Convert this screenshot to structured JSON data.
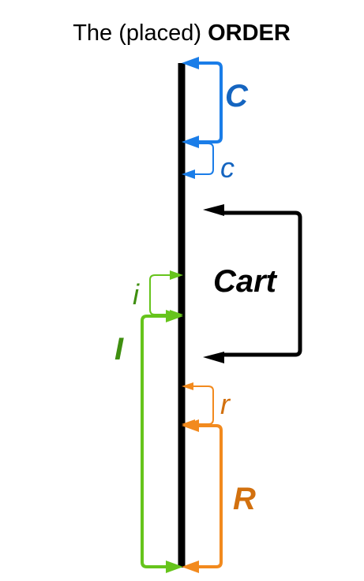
{
  "title": {
    "prefix": "The (placed) ",
    "emphasis": "ORDER"
  },
  "labels": {
    "C": "C",
    "c": "c",
    "cart": "Cart",
    "i": "i",
    "I": "I",
    "r": "r",
    "R": "R"
  },
  "colors": {
    "order_line": "#000000",
    "blue": "#1a7de8",
    "blue_text": "#1565c0",
    "green": "#66c41c",
    "green_text": "#3f8f10",
    "orange": "#f28a1e",
    "orange_text": "#d2700e",
    "cart": "#000000"
  }
}
